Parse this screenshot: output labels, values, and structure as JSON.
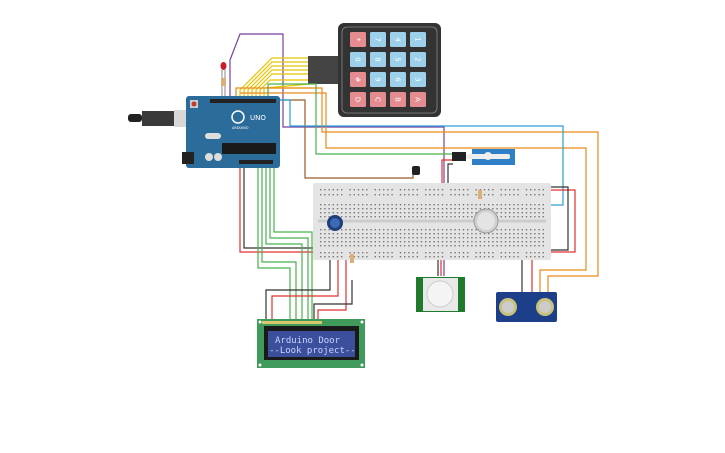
{
  "colors": {
    "arduino_board": "#2b6c9b",
    "keypad_body": "#333333",
    "key_blue": "#9dd0ea",
    "key_red": "#e58c91",
    "breadboard": "#e4e4e4",
    "lcd_board": "#3f9a5b",
    "lcd_screen": "#3c4f9c",
    "pir_board": "#1f7a2e",
    "ultrasonic_board": "#1d3f8a",
    "servo": "#2f7fc6"
  },
  "arduino": {
    "model": "UNO",
    "brand": "ARDUINO"
  },
  "keypad": {
    "rows": [
      [
        "*",
        "7",
        "4",
        "1"
      ],
      [
        "0",
        "8",
        "5",
        "2"
      ],
      [
        "#",
        "9",
        "6",
        "3"
      ],
      [
        "D",
        "C",
        "B",
        "A"
      ]
    ],
    "red_keys": [
      "*",
      "#",
      "D",
      "C",
      "B",
      "A"
    ]
  },
  "lcd": {
    "line1": "Arduino Door",
    "line2": "--Look project--"
  }
}
